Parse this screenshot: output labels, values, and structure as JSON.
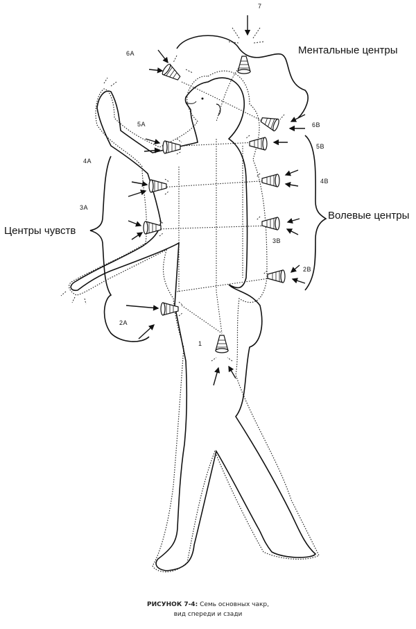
{
  "group_labels": {
    "mental": "Ментальные центры",
    "will": "Волевые центры",
    "senses": "Центры чувств"
  },
  "chakra_labels": {
    "c7": "7",
    "c6a": "6А",
    "c6b": "6В",
    "c5a": "5А",
    "c5b": "5В",
    "c4a": "4А",
    "c4b": "4В",
    "c3a": "3А",
    "c3b": "3В",
    "c2a": "2А",
    "c2b": "2В",
    "c1": "1"
  },
  "caption": {
    "figure": "РИСУНОК 7-4:",
    "line1": "Семь основных чакр,",
    "line2": "вид спереди и сзади"
  }
}
